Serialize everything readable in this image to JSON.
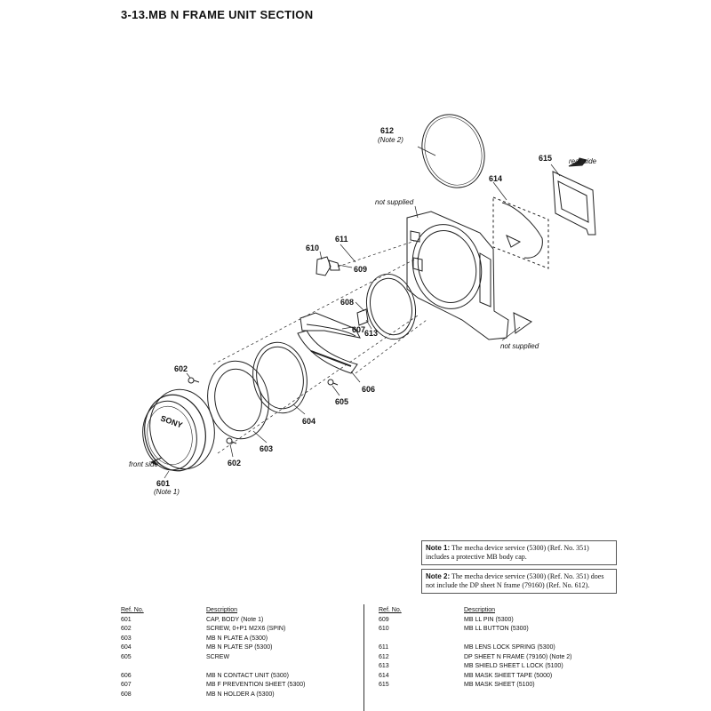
{
  "title": "3-13.MB  N  FRAME  UNIT  SECTION",
  "labels": {
    "p601": "601",
    "note1": "(Note 1)",
    "front_side": "front side",
    "p602a": "602",
    "p602b": "602",
    "p603": "603",
    "p604": "604",
    "p605": "605",
    "p606": "606",
    "p607": "607",
    "p608": "608",
    "p609": "609",
    "p610": "610",
    "p611": "611",
    "p612": "612",
    "note2": "(Note 2)",
    "p613": "613",
    "p614": "614",
    "p615": "615",
    "rear_side": "rear side",
    "not_supplied_top": "not supplied",
    "not_supplied_bottom": "not supplied",
    "cap_brand": "SONY"
  },
  "notes": [
    {
      "label": "Note 1:",
      "text": "The mecha device service (5300) (Ref. No. 351) includes a protective MB body cap."
    },
    {
      "label": "Note 2:",
      "text": "The mecha device service (5300) (Ref. No. 351) does not include the DP sheet N frame (79160) (Ref. No. 612)."
    }
  ],
  "parts_table": {
    "headers": {
      "ref": "Ref. No.",
      "desc": "Description"
    },
    "left": [
      {
        "ref": "601",
        "desc": "CAP, BODY (Note 1)"
      },
      {
        "ref": "602",
        "desc": "SCREW, 0+P1 M2X6 (SPIN)"
      },
      {
        "ref": "603",
        "desc": "MB N PLATE A (5300)"
      },
      {
        "ref": "604",
        "desc": "MB N PLATE SP (5300)"
      },
      {
        "ref": "605",
        "desc": "SCREW"
      },
      {
        "ref": "",
        "desc": ""
      },
      {
        "ref": "606",
        "desc": "MB N CONTACT UNIT (5300)"
      },
      {
        "ref": "607",
        "desc": "MB F PREVENTION SHEET (5300)"
      },
      {
        "ref": "608",
        "desc": "MB N HOLDER A (5300)"
      }
    ],
    "right": [
      {
        "ref": "609",
        "desc": "MB LL PIN (5300)"
      },
      {
        "ref": "610",
        "desc": "MB LL BUTTON (5300)"
      },
      {
        "ref": "",
        "desc": ""
      },
      {
        "ref": "611",
        "desc": "MB LENS LOCK SPRING (5300)"
      },
      {
        "ref": "612",
        "desc": "DP SHEET N FRAME (79160) (Note 2)"
      },
      {
        "ref": "613",
        "desc": "MB SHIELD SHEET L LOCK (5100)"
      },
      {
        "ref": "614",
        "desc": "MB MASK SHEET TAPE (5000)"
      },
      {
        "ref": "615",
        "desc": "MB MASK SHEET (5100)"
      }
    ]
  }
}
